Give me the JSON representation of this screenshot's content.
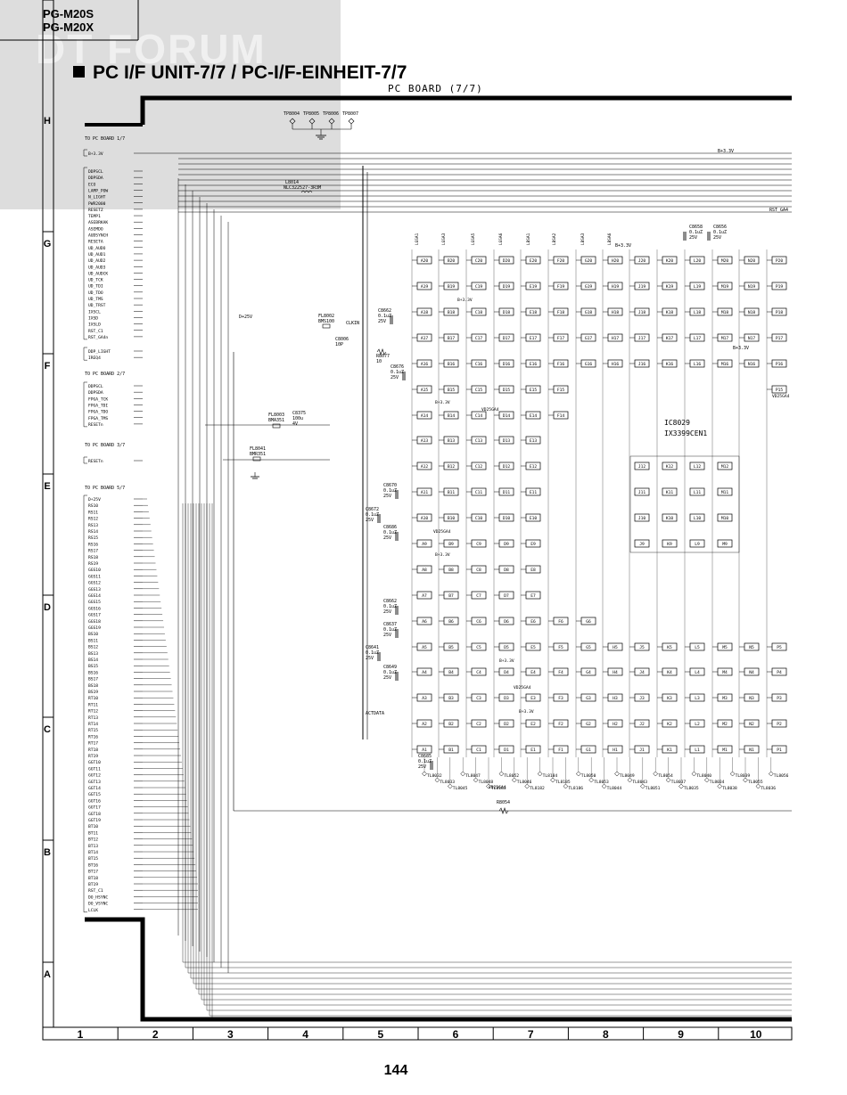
{
  "header": {
    "models": [
      "PG-M20S",
      "PG-M20X"
    ],
    "watermark": "DT FORUM"
  },
  "title": "PC I/F UNIT-7/7 / PC-I/F-EINHEIT-7/7",
  "board_label": "PC BOARD (7/7)",
  "frame": {
    "row_labels": [
      "H",
      "G",
      "F",
      "E",
      "D",
      "C",
      "B",
      "A"
    ],
    "col_labels": [
      "1",
      "2",
      "3",
      "4",
      "5",
      "6",
      "7",
      "8",
      "9",
      "10"
    ]
  },
  "page_number": "144",
  "connectors": [
    {
      "title": "TO PC BOARD 1/7",
      "pins": [
        "B+3.3V"
      ]
    },
    {
      "title": "",
      "pins": [
        "DDPSCL",
        "DDPSDA",
        "ECO",
        "LAMP_POW",
        "N_LIGHT",
        "PWR2000",
        "RESETZ",
        "TEMP1",
        "ASEBRKAK",
        "ASEMDO",
        "AUDSYNCH",
        "RESETA",
        "UD_AUDO",
        "UD_AUD1",
        "UD_AUD2",
        "UD_AUD3",
        "UD_AUDCK",
        "UD_TCK",
        "UD_TDI",
        "UD_TDO",
        "UD_TMS",
        "UD_TRST",
        "IXSCL",
        "IXSD",
        "IXSLD",
        "RST_C1",
        "RST_GA4n"
      ]
    },
    {
      "title": "",
      "pins": [
        "DDP_LIGHT",
        "IREQ4"
      ]
    },
    {
      "title": "TO PC BOARD 2/7",
      "pins": [
        "DDPSCL",
        "DDPSDA",
        "FPGA_TCK",
        "FPGA_TDI",
        "FPGA_TDO",
        "FPGA_TMS",
        "RESETn"
      ]
    },
    {
      "title": "TO PC BOARD 3/7",
      "pins": [
        "RESETn"
      ]
    },
    {
      "title": "TO PC BOARD 5/7",
      "pins": [
        "D+25V",
        "RS10",
        "RS11",
        "RS12",
        "RS13",
        "RS14",
        "RS15",
        "RS16",
        "RS17",
        "RS18",
        "RS19",
        "GGS10",
        "GGS11",
        "GGS12",
        "GGS13",
        "GGS14",
        "GGS15",
        "GGS16",
        "GGS17",
        "GGS18",
        "GGS19",
        "BS10",
        "BS11",
        "BS12",
        "BS13",
        "BS14",
        "BS15",
        "BS16",
        "BS17",
        "BS18",
        "BS19",
        "RT10",
        "RT11",
        "RT12",
        "RT13",
        "RT14",
        "RT15",
        "RT16",
        "RT17",
        "RT18",
        "RT19",
        "GGT10",
        "GGT11",
        "GGT12",
        "GGT13",
        "GGT14",
        "GGT15",
        "GGT16",
        "GGT17",
        "GGT18",
        "GGT19",
        "BT10",
        "BT11",
        "BT12",
        "BT13",
        "BT14",
        "BT15",
        "BT16",
        "BT17",
        "BT18",
        "BT19",
        "RST_C1",
        "DO_HSYNC",
        "DO_VSYNC",
        "LCLK"
      ]
    }
  ],
  "test_points_top": [
    "TP8004",
    "TP8005",
    "TP8006",
    "TP8007"
  ],
  "parts": {
    "l8014": "L8014",
    "l8014_val": "NLC322527-3R3M",
    "fl8002": "FL8002",
    "fl8002_val": "BMS100",
    "fl8003": "FL8003",
    "fl8003_val": "BMA351",
    "fl8041": "FL8041",
    "fl8041_val": "BMR351",
    "c8375": "C8375",
    "c8375_val": "100u",
    "c8375_v": "4V",
    "c8006": "C8006",
    "c8006_val": "10P",
    "r8077": "R8077",
    "r8077_val": "10",
    "clkin": "CLKIN",
    "r8054": "R8054",
    "d25v": "D+25V",
    "actdata": "ACTDATA",
    "vd25ga4": "VD25GA4",
    "b33v": "B+3.3V",
    "cap_labels": [
      "C8662",
      "C8676",
      "C8670",
      "C8672",
      "C8686",
      "C8662",
      "C8637",
      "C8641",
      "C8649",
      "C8685",
      "C8658",
      "C8656"
    ],
    "cap_value": "0.1uZ",
    "cap_volt": "25V"
  },
  "ic": {
    "ref": "IC8029",
    "part": "IX3399CEN1"
  },
  "tl_labels": [
    "TL8032",
    "TL8033",
    "TL8045",
    "TL8047",
    "TL8048",
    "TL8183",
    "TL8052",
    "TL8046",
    "TL8182",
    "TL8184",
    "TL8185",
    "TL8186",
    "TL8050",
    "TL8053",
    "TL8044",
    "TL8049",
    "TL8043",
    "TL8051",
    "TL8054",
    "TL8037",
    "TL8035",
    "TL8040",
    "TL8034",
    "TL8038",
    "TL8039",
    "TL8055",
    "TL8036",
    "TL8056"
  ],
  "bga": {
    "cols": [
      "A",
      "B",
      "C",
      "D",
      "E",
      "F",
      "G",
      "H",
      "J",
      "K",
      "L",
      "M",
      "N",
      "P"
    ],
    "rows": [
      20,
      19,
      18,
      17,
      16,
      15,
      14,
      13,
      12,
      11,
      10,
      9,
      8,
      7,
      6,
      5,
      4,
      3,
      2,
      1
    ]
  }
}
